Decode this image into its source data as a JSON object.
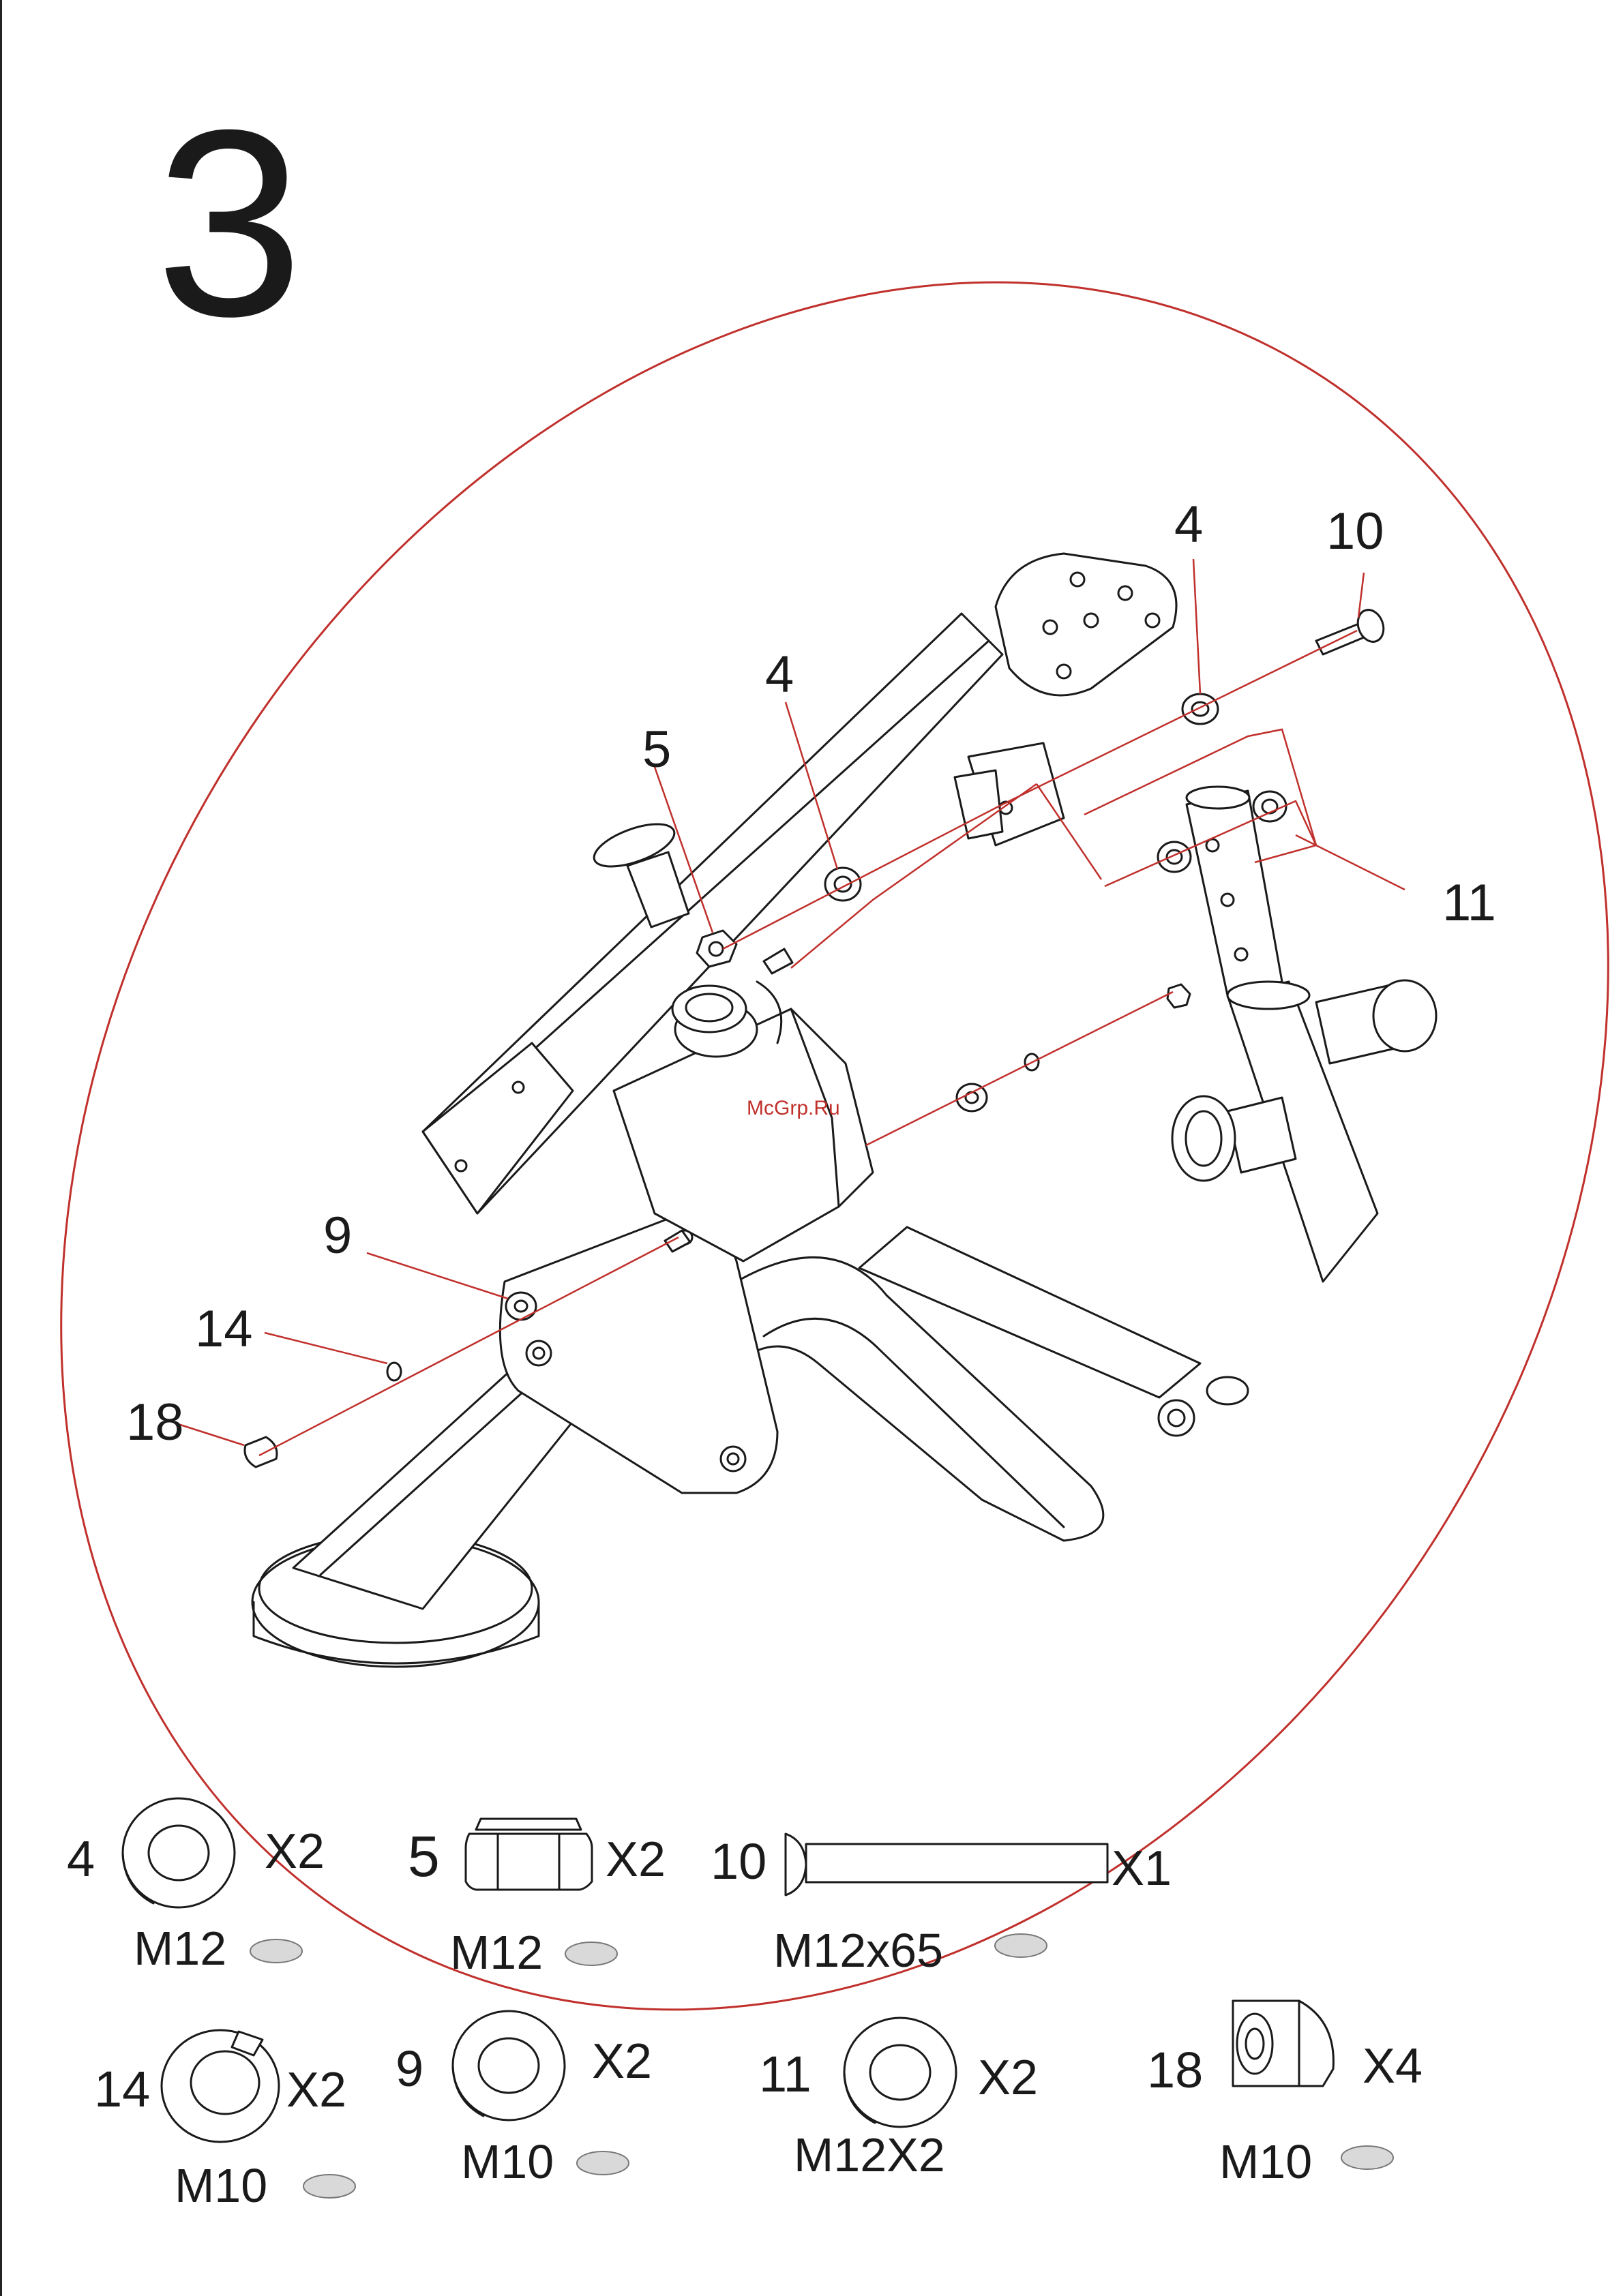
{
  "step_number": "3",
  "watermark": "McGrp.Ru",
  "colors": {
    "ink": "#1a1a1a",
    "highlight_ellipse": "#c0302c",
    "size_pill": "#d9d9d9"
  },
  "callouts": {
    "c4a": "4",
    "c10": "10",
    "c4b": "4",
    "c5": "5",
    "c11": "11",
    "c9": "9",
    "c14": "14",
    "c18": "18"
  },
  "legend": [
    {
      "number": "4",
      "part": "washer",
      "qty": "X2",
      "size": "M12"
    },
    {
      "number": "5",
      "part": "nylon-lock-nut",
      "qty": "X2",
      "size": "M12"
    },
    {
      "number": "10",
      "part": "bolt",
      "qty": "X1",
      "size": "M12x65"
    },
    {
      "number": "14",
      "part": "spring-washer",
      "qty": "X2",
      "size": "M10"
    },
    {
      "number": "9",
      "part": "washer",
      "qty": "X2",
      "size": "M10"
    },
    {
      "number": "11",
      "part": "washer",
      "qty": "X2",
      "size": "M12X2"
    },
    {
      "number": "18",
      "part": "cap-nut",
      "qty": "X4",
      "size": "M10"
    }
  ]
}
